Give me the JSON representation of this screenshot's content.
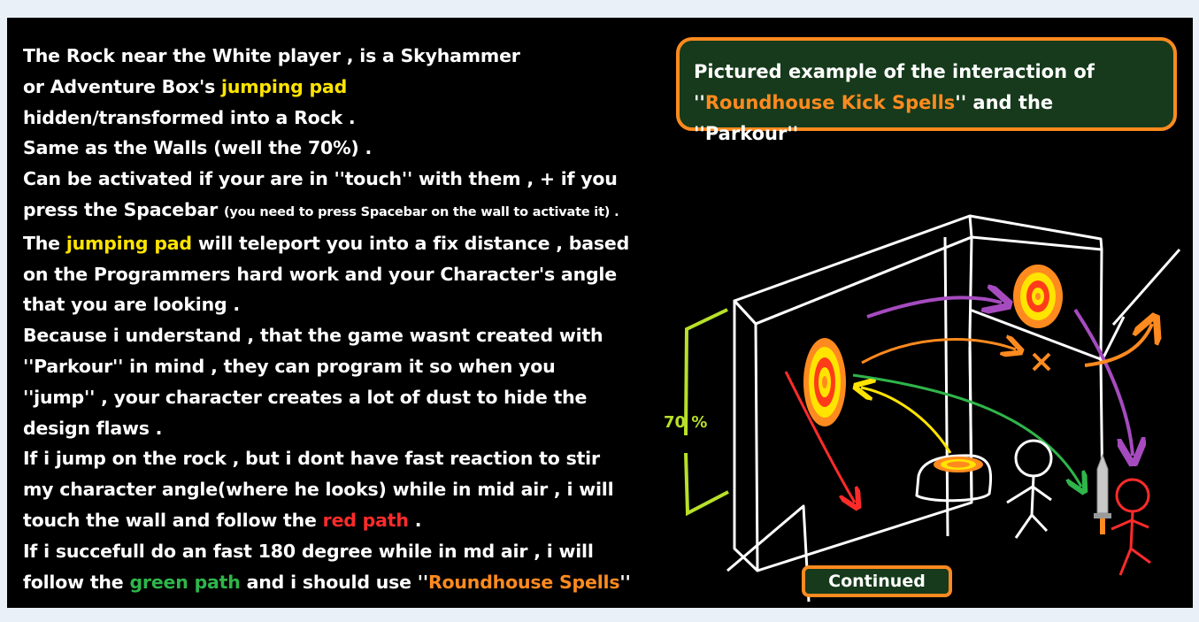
{
  "description_lines": [
    {
      "segments": [
        {
          "text": "The Rock near the White player , is a Skyhammer",
          "color": "white"
        }
      ]
    },
    {
      "segments": [
        {
          "text": "or Adventure Box's ",
          "color": "white"
        },
        {
          "text": "jumping pad",
          "color": "yellow"
        }
      ]
    },
    {
      "segments": [
        {
          "text": "hidden/transformed into a Rock .",
          "color": "white"
        }
      ]
    },
    {
      "segments": [
        {
          "text": "Same as the Walls (well the 70%) .",
          "color": "white"
        }
      ]
    },
    {
      "segments": [
        {
          "text": "Can be activated if your are in ''touch'' with them , + if you",
          "color": "white"
        }
      ]
    },
    {
      "segments": [
        {
          "text": "press the Spacebar ",
          "color": "white"
        },
        {
          "text": "(you need to press Spacebar on the wall to activate it) .",
          "color": "white",
          "small": true
        }
      ]
    },
    {
      "segments": [
        {
          "text": "The ",
          "color": "white"
        },
        {
          "text": "jumping pad",
          "color": "yellow"
        },
        {
          "text": " will teleport you into a fix distance , based",
          "color": "white"
        }
      ]
    },
    {
      "segments": [
        {
          "text": "on the Programmers hard work and your Character's angle",
          "color": "white"
        }
      ]
    },
    {
      "segments": [
        {
          "text": "that you are  looking .",
          "color": "white"
        }
      ]
    },
    {
      "segments": [
        {
          "text": "Because i understand , that the game wasnt created with",
          "color": "white"
        }
      ]
    },
    {
      "segments": [
        {
          "text": "''Parkour'' in mind , they can program it so when you",
          "color": "white"
        }
      ]
    },
    {
      "segments": [
        {
          "text": "''jump'' , your character creates a lot of dust to hide the",
          "color": "white"
        }
      ]
    },
    {
      "segments": [
        {
          "text": "design flaws .",
          "color": "white"
        }
      ]
    },
    {
      "segments": [
        {
          "text": "If i jump on the rock , but   i dont have fast reaction to stir",
          "color": "white"
        }
      ]
    },
    {
      "segments": [
        {
          "text": "my character angle(where he looks) while in mid air ,  i will",
          "color": "white"
        }
      ]
    },
    {
      "segments": [
        {
          "text": "touch the wall and follow the ",
          "color": "white"
        },
        {
          "text": "red path",
          "color": "red"
        },
        {
          "text": " .",
          "color": "white"
        }
      ]
    },
    {
      "segments": [
        {
          "text": "If i succefull do an fast 180 degree while in  md air , i will",
          "color": "white"
        }
      ]
    },
    {
      "segments": [
        {
          "text": "follow the ",
          "color": "white"
        },
        {
          "text": "green path",
          "color": "green"
        },
        {
          "text": " and i should use ''",
          "color": "white"
        },
        {
          "text": "Roundhouse Spells",
          "color": "orange"
        },
        {
          "text": "''",
          "color": "white"
        }
      ]
    }
  ],
  "caption": {
    "line1": "Pictured example of the interaction of",
    "quote_open": "''",
    "highlight": "Roundhouse Kick Spells",
    "rest": "'' and the ''Parkour''"
  },
  "wall_percent_label": "70 %",
  "continued_label": "Continued",
  "colors": {
    "background": "#000000",
    "white": "#ffffff",
    "yellow": "#ffe400",
    "red": "#ff2b2b",
    "green": "#2fb54a",
    "orange": "#ff8a1f",
    "purple": "#a64bbf",
    "lime": "#b8e02a",
    "box_fill": "#163a1b"
  },
  "illustration_icons": [
    "wall-icon",
    "jumping-pad-icon",
    "rock-icon",
    "stick-figure-white-icon",
    "stick-figure-red-icon",
    "sword-icon",
    "x-mark-icon"
  ]
}
